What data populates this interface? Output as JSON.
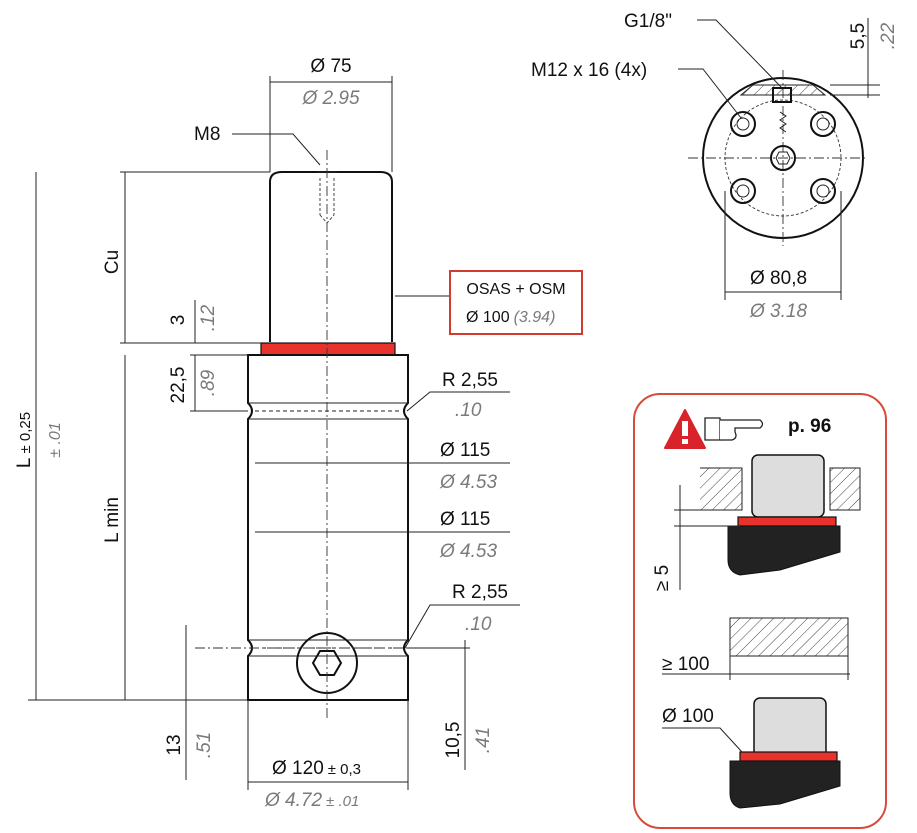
{
  "dimensions": {
    "rod_diameter": {
      "metric": "Ø 75",
      "inch": "Ø 2.95"
    },
    "thread": "M8",
    "stroke": "Cu",
    "seal_height": {
      "metric": "3",
      "inch": ".12"
    },
    "upper_section": {
      "metric": "22,5",
      "inch": ".89"
    },
    "overall_length": {
      "metric": "L",
      "tolerance": "± 0,25",
      "inch": "± .01"
    },
    "min_length": "L min",
    "radius_upper": {
      "metric": "R 2,55",
      "inch": ".10"
    },
    "body_diameter_1": {
      "metric": "Ø 115",
      "inch": "Ø 4.53"
    },
    "body_diameter_2": {
      "metric": "Ø 115",
      "inch": "Ø 4.53"
    },
    "radius_lower": {
      "metric": "R 2,55",
      "inch": ".10"
    },
    "base_height": {
      "metric": "13",
      "inch": ".51"
    },
    "lower_offset": {
      "metric": "10,5",
      "inch": ".41"
    },
    "base_diameter": {
      "metric": "Ø 120",
      "tolerance": "± 0,3",
      "inch": "Ø 4.72",
      "inch_tolerance": "± .01"
    }
  },
  "callout": {
    "line1": "OSAS + OSM",
    "line2_metric": "Ø 100",
    "line2_inch": "(3.94)"
  },
  "top_view": {
    "port": "G1/8\"",
    "mounting": "M12 x 16 (4x)",
    "port_depth": {
      "metric": "5,5",
      "inch": ".22"
    },
    "bolt_circle": {
      "metric": "Ø 80,8",
      "inch": "Ø 3.18"
    }
  },
  "warning": {
    "page_ref": "p. 96",
    "min_engagement": "≥ 5",
    "min_clearance": "≥ 100",
    "bore_diameter": "Ø 100",
    "icon": "warning-triangle-icon",
    "pointer_icon": "pointing-hand-icon"
  },
  "colors": {
    "seal": "#e8322c",
    "warning_border": "#d94a3a",
    "warning_icon": "#d8232a"
  }
}
